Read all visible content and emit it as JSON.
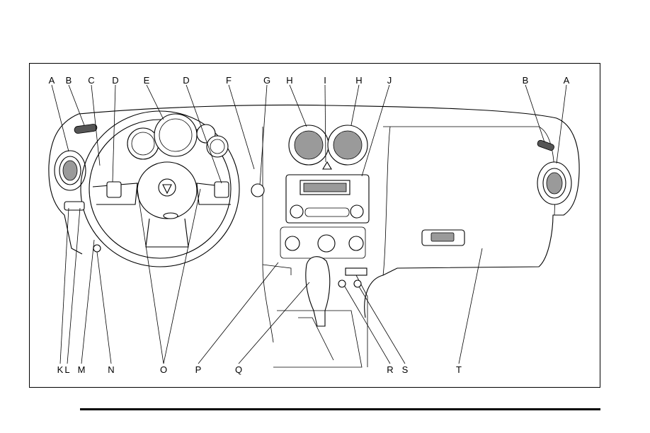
{
  "labels": {
    "top": [
      {
        "id": "A1",
        "text": "A"
      },
      {
        "id": "B1",
        "text": "B"
      },
      {
        "id": "C",
        "text": "C"
      },
      {
        "id": "D1",
        "text": "D"
      },
      {
        "id": "E",
        "text": "E"
      },
      {
        "id": "D2",
        "text": "D"
      },
      {
        "id": "F",
        "text": "F"
      },
      {
        "id": "G",
        "text": "G"
      },
      {
        "id": "H1",
        "text": "H"
      },
      {
        "id": "I",
        "text": "I"
      },
      {
        "id": "H2",
        "text": "H"
      },
      {
        "id": "J",
        "text": "J"
      },
      {
        "id": "B2",
        "text": "B"
      },
      {
        "id": "A2",
        "text": "A"
      }
    ],
    "bottom": [
      {
        "id": "K",
        "text": "K"
      },
      {
        "id": "L",
        "text": "L"
      },
      {
        "id": "M",
        "text": "M"
      },
      {
        "id": "N",
        "text": "N"
      },
      {
        "id": "O",
        "text": "O"
      },
      {
        "id": "P",
        "text": "P"
      },
      {
        "id": "Q",
        "text": "Q"
      },
      {
        "id": "R",
        "text": "R"
      },
      {
        "id": "S",
        "text": "S"
      },
      {
        "id": "T",
        "text": "T"
      }
    ]
  },
  "colors": {
    "line": "#000000",
    "background": "#ffffff",
    "shade": "#9a9a9a"
  }
}
